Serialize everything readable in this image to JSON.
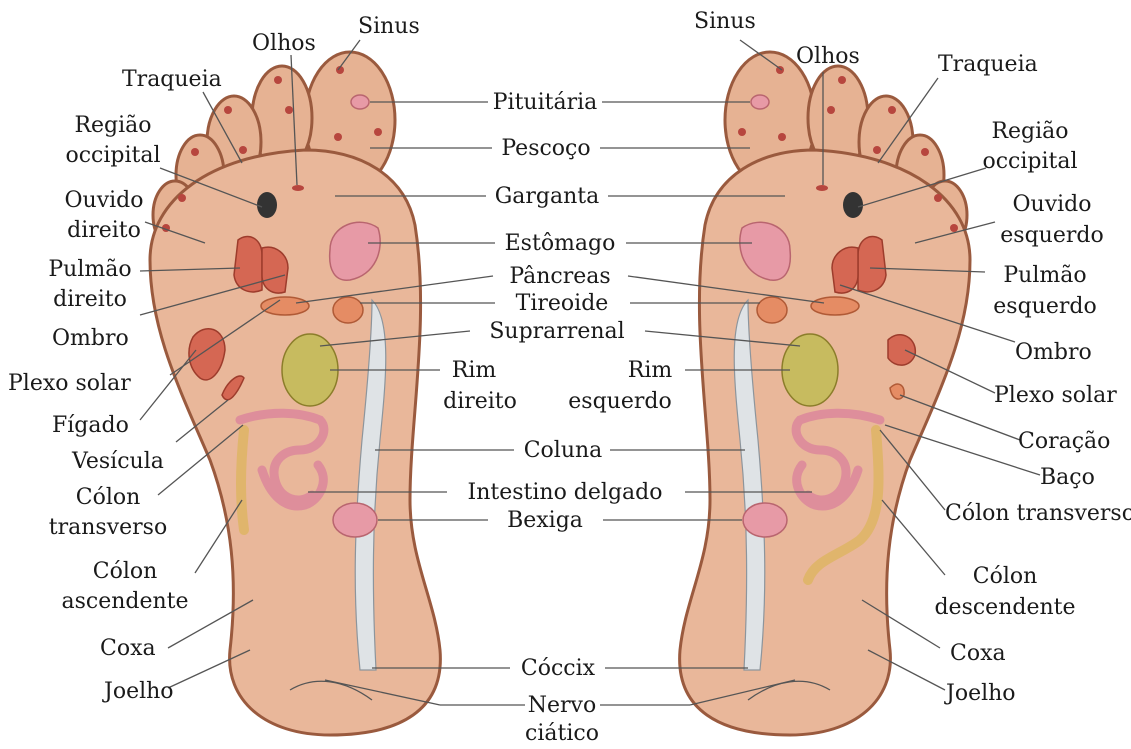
{
  "labels": {
    "sinus_left": "Sinus",
    "olhos_left": "Olhos",
    "traqueia_left": "Traqueia",
    "regiao_left_1": "Região",
    "regiao_left_2": "occipital",
    "ouvido_dir_1": "Ouvido",
    "ouvido_dir_2": "direito",
    "pulmao_dir_1": "Pulmão",
    "pulmao_dir_2": "direito",
    "ombro_left": "Ombro",
    "plexo_left": "Plexo solar",
    "figado": "Fígado",
    "vesicula": "Vesícula",
    "colon_transv_left_1": "Cólon",
    "colon_transv_left_2": "transverso",
    "colon_asc_1": "Cólon",
    "colon_asc_2": "ascendente",
    "coxa_left": "Coxa",
    "joelho_left": "Joelho",
    "pituitaria": "Pituitária",
    "pescoco": "Pescoço",
    "garganta": "Garganta",
    "estomago": "Estômago",
    "pancreas": "Pâncreas",
    "tireoide": "Tireoide",
    "suprarrenal": "Suprarrenal",
    "rim_dir_1": "Rim",
    "rim_dir_2": "direito",
    "rim_esq_1": "Rim",
    "rim_esq_2": "esquerdo",
    "coluna": "Coluna",
    "intestino": "Intestino delgado",
    "bexiga": "Bexiga",
    "coccix": "Cóccix",
    "nervo_1": "Nervo",
    "nervo_2": "ciático",
    "sinus_right": "Sinus",
    "olhos_right": "Olhos",
    "traqueia_right": "Traqueia",
    "regiao_right_1": "Região",
    "regiao_right_2": "occipital",
    "ouvido_esq_1": "Ouvido",
    "ouvido_esq_2": "esquerdo",
    "pulmao_esq_1": "Pulmão",
    "pulmao_esq_2": "esquerdo",
    "ombro_right": "Ombro",
    "plexo_right": "Plexo solar",
    "coracao": "Coração",
    "baco": "Baço",
    "colon_transv_right": "Cólon transverso",
    "colon_desc_1": "Cólon",
    "colon_desc_2": "descendente",
    "coxa_right": "Coxa",
    "joelho_right": "Joelho"
  },
  "colors": {
    "skin": "#e9b79a",
    "outline": "#9a5a3e",
    "organ_pink": "#e79aa6",
    "organ_red": "#d56753",
    "kidney_yellow": "#c7bb5f",
    "spine": "#dfe3e6"
  }
}
